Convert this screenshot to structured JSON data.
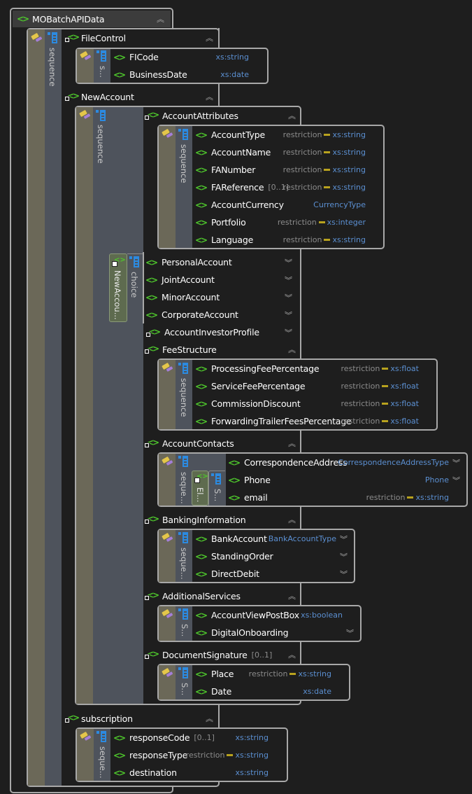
{
  "root": {
    "label": "MOBatchAPIData",
    "compositor": "sequence"
  },
  "fileControl": {
    "label": "FileControl",
    "compositor": "s...",
    "children": [
      {
        "name": "FICode",
        "type": "xs:string"
      },
      {
        "name": "BusinessDate",
        "type": "xs:date"
      }
    ]
  },
  "newAccount": {
    "label": "NewAccount",
    "compositor": "sequence",
    "accountAttributes": {
      "label": "AccountAttributes",
      "compositor": "sequence",
      "children": [
        {
          "name": "AccountType",
          "restriction": "restriction",
          "type": "xs:string"
        },
        {
          "name": "AccountName",
          "restriction": "restriction",
          "type": "xs:string"
        },
        {
          "name": "FANumber",
          "restriction": "restriction",
          "type": "xs:string"
        },
        {
          "name": "FAReference",
          "occurs": "[0..1]",
          "restriction": "restriction",
          "type": "xs:string"
        },
        {
          "name": "AccountCurrency",
          "type": "CurrencyType"
        },
        {
          "name": "Portfolio",
          "restriction": "restriction",
          "type": "xs:integer"
        },
        {
          "name": "Language",
          "restriction": "restriction",
          "type": "xs:string"
        }
      ]
    },
    "choiceGroup": {
      "label": "NewAccou...",
      "compositor": "choice"
    },
    "choices": [
      {
        "name": "PersonalAccount"
      },
      {
        "name": "JointAccount"
      },
      {
        "name": "MinorAccount"
      },
      {
        "name": "CorporateAccount"
      },
      {
        "name": "AccountInvestorProfile"
      }
    ],
    "feeStructure": {
      "label": "FeeStructure",
      "compositor": "sequence",
      "children": [
        {
          "name": "ProcessingFeePercentage",
          "restriction": "restriction",
          "type": "xs:float"
        },
        {
          "name": "ServiceFeePercentage",
          "restriction": "restriction",
          "type": "xs:float"
        },
        {
          "name": "CommissionDiscount",
          "restriction": "restriction",
          "type": "xs:float"
        },
        {
          "name": "ForwardingTrailerFeesPercentage",
          "restriction": "restriction",
          "type": "xs:float"
        }
      ]
    },
    "accountContacts": {
      "label": "AccountContacts",
      "compositor": "seque...",
      "groupLabel": "El...",
      "innerCompositor": "S...",
      "children": [
        {
          "name": "CorrespondenceAddress",
          "type": "CorrespondenceAddressType"
        },
        {
          "name": "Phone",
          "type": "Phone"
        },
        {
          "name": "email",
          "restriction": "restriction",
          "type": "xs:string"
        }
      ]
    },
    "bankingInformation": {
      "label": "BankingInformation",
      "compositor": "seque...",
      "children": [
        {
          "name": "BankAccount",
          "type": "BankAccountType"
        },
        {
          "name": "StandingOrder"
        },
        {
          "name": "DirectDebit"
        }
      ]
    },
    "additionalServices": {
      "label": "AdditionalServices",
      "compositor": "S...",
      "children": [
        {
          "name": "AccountViewPostBox",
          "type": "xs:boolean"
        },
        {
          "name": "DigitalOnboarding"
        }
      ]
    },
    "documentSignature": {
      "label": "DocumentSignature",
      "occurs": "[0..1]",
      "compositor": "S...",
      "children": [
        {
          "name": "Place",
          "restriction": "restriction",
          "type": "xs:string"
        },
        {
          "name": "Date",
          "type": "xs:date"
        }
      ]
    }
  },
  "subscription": {
    "label": "subscription",
    "compositor": "seque...",
    "children": [
      {
        "name": "responseCode",
        "occurs": "[0..1]",
        "type": "xs:string"
      },
      {
        "name": "responseType",
        "restriction": "restriction",
        "type": "xs:string"
      },
      {
        "name": "destination",
        "type": "xs:string"
      }
    ]
  },
  "icons": {
    "collapse": "⌃",
    "expand": "⌄"
  }
}
